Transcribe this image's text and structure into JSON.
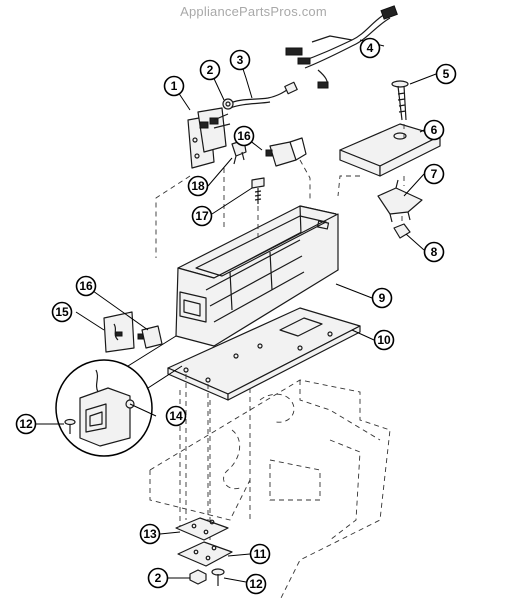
{
  "watermark": "AppliancePartsPros.com",
  "callouts": [
    {
      "id": "c1",
      "label": "1"
    },
    {
      "id": "c2a",
      "label": "2"
    },
    {
      "id": "c3",
      "label": "3"
    },
    {
      "id": "c4",
      "label": "4"
    },
    {
      "id": "c5",
      "label": "5"
    },
    {
      "id": "c6",
      "label": "6"
    },
    {
      "id": "c7",
      "label": "7"
    },
    {
      "id": "c8",
      "label": "8"
    },
    {
      "id": "c9",
      "label": "9"
    },
    {
      "id": "c10",
      "label": "10"
    },
    {
      "id": "c11",
      "label": "11"
    },
    {
      "id": "c12a",
      "label": "12"
    },
    {
      "id": "c12b",
      "label": "12"
    },
    {
      "id": "c13",
      "label": "13"
    },
    {
      "id": "c14",
      "label": "14"
    },
    {
      "id": "c15",
      "label": "15"
    },
    {
      "id": "c16a",
      "label": "16"
    },
    {
      "id": "c16b",
      "label": "16"
    },
    {
      "id": "c17",
      "label": "17"
    },
    {
      "id": "c18",
      "label": "18"
    },
    {
      "id": "c2b",
      "label": "2"
    }
  ]
}
